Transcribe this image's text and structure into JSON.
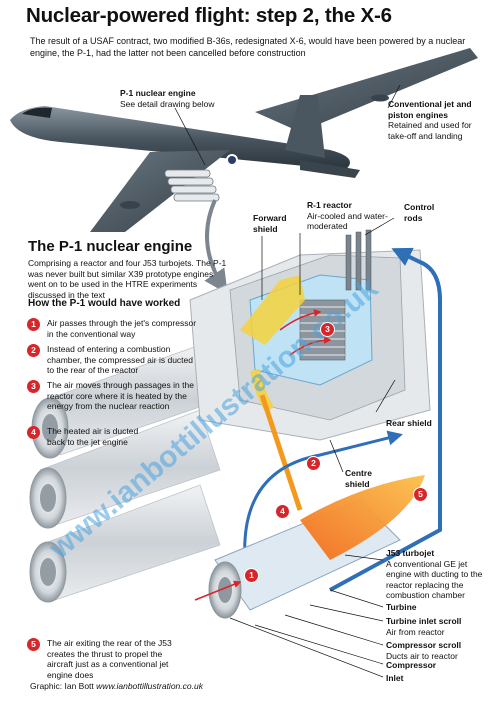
{
  "title": "Nuclear-powered flight: step 2, the X-6",
  "intro": "The result of a USAF contract, two modified B-36s, redesignated X-6, would have been powered by a nuclear engine, the P-1, had the latter not been cancelled before construction",
  "labels": {
    "p1_engine": {
      "title": "P-1 nuclear engine",
      "body": "See detail drawing below"
    },
    "conventional": {
      "title": "Conventional jet and piston engines",
      "body": "Retained and used for take-off and landing"
    },
    "forward_shield": {
      "title": "Forward shield",
      "body": ""
    },
    "r1_reactor": {
      "title": "R-1 reactor",
      "body": "Air-cooled and water-moderated"
    },
    "control_rods": {
      "title": "Control rods",
      "body": ""
    },
    "rear_shield": {
      "title": "Rear shield",
      "body": ""
    },
    "centre_shield": {
      "title": "Centre shield",
      "body": ""
    },
    "j53": {
      "title": "J53 turbojet",
      "body": "A conventional GE jet engine with ducting to the reactor replacing the combustion chamber"
    },
    "turbine": {
      "title": "Turbine",
      "body": ""
    },
    "turbine_inlet_scroll": {
      "title": "Turbine inlet scroll",
      "body": "Air from reactor"
    },
    "compressor_scroll": {
      "title": "Compressor scroll",
      "body": "Ducts air to reactor"
    },
    "compressor": {
      "title": "Compressor",
      "body": ""
    },
    "inlet": {
      "title": "Inlet",
      "body": ""
    }
  },
  "section_title": "The P-1 nuclear engine",
  "section_desc": "Comprising a reactor and four J53 turbojets. The P-1 was never built but similar X39 prototype engines went on to be used in the HTRE experiments discussed in the text",
  "steps_title": "How the P-1 would have worked",
  "steps": [
    {
      "num": "1",
      "text": "Air passes through the jet's compressor in the conventional way"
    },
    {
      "num": "2",
      "text": "Instead of entering a combustion chamber, the compressed air is ducted to the rear of the reactor"
    },
    {
      "num": "3",
      "text": "The air moves through passages in the reactor core where it is heated by the energy from the nuclear reaction"
    },
    {
      "num": "4",
      "text": "The heated air is ducted back to the jet engine"
    },
    {
      "num": "5",
      "text": "The air exiting the rear of the J53 creates the thrust to propel the aircraft just as a conventional jet engine does"
    }
  ],
  "watermark": "www.ianbottillustration.co.uk",
  "credit": {
    "prefix": "Graphic: Ian Bott",
    "url": "www.ianbottillustration.co.uk"
  },
  "colors": {
    "accent_red": "#d7262a",
    "flow_blue": "#2f6fb8",
    "hot_orange": "#f39a1e",
    "reactor_yellow": "#f5d23c",
    "aircraft_grey": "#5b6770"
  }
}
